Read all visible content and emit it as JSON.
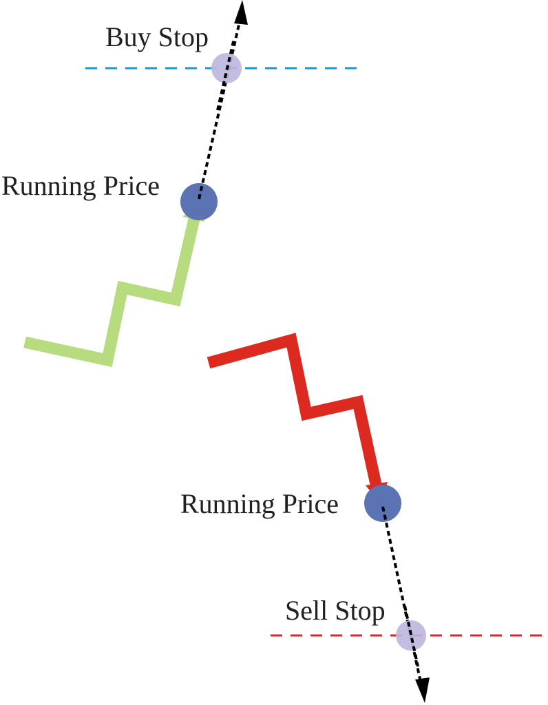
{
  "labels": {
    "buy_stop": "Buy Stop",
    "running_price_up": "Running Price",
    "running_price_down": "Running Price",
    "sell_stop": "Sell Stop"
  },
  "colors": {
    "buy_stop_line": "#1a9ad6",
    "sell_stop_line": "#d7262b",
    "up_trend": "#b7dc7f",
    "down_trend": "#dc2a20",
    "running_price_dot": "#5b72b3",
    "stop_dot": "#bcb6de",
    "projection_arrow": "#000000",
    "text": "#231f20"
  }
}
